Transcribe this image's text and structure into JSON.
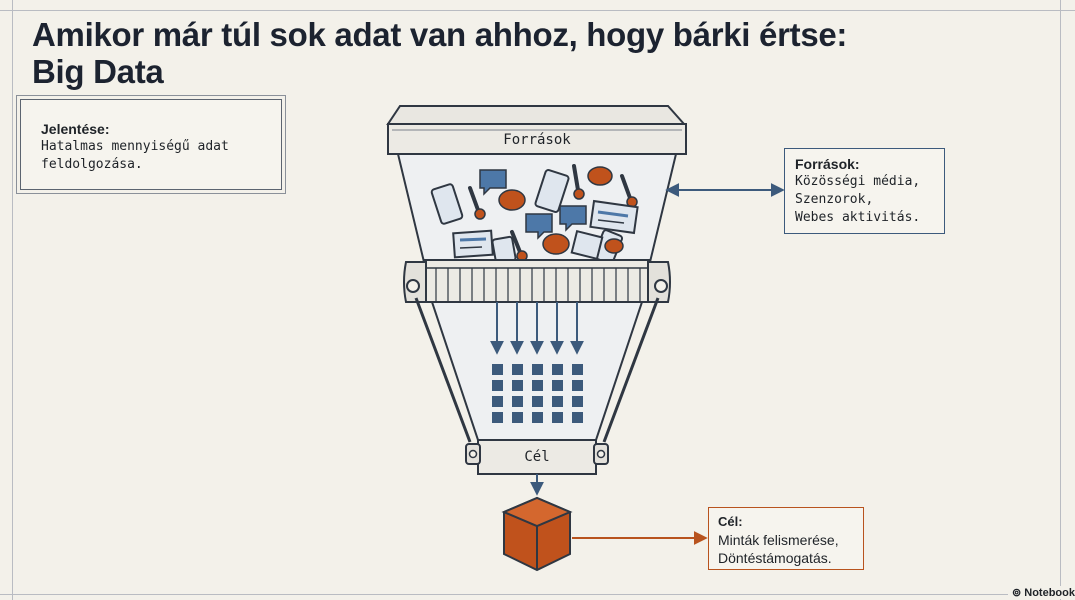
{
  "title": {
    "line1": "Amikor már túl sok adat van ahhoz, hogy bárki értse:",
    "line2": "Big Data"
  },
  "meaning": {
    "label": "Jelentése:",
    "text": "Hatalmas mennyiségű adat\nfeldolgozása."
  },
  "funnel": {
    "top_label": "Források",
    "bottom_label": "Cél"
  },
  "sources": {
    "label": "Források:",
    "text": "Közösségi média,\nSzenzorok,\nWebes aktivitás."
  },
  "goal": {
    "label": "Cél:",
    "text": "Minták felismerése,\nDöntéstámogatás."
  },
  "brand": "Notebook",
  "colors": {
    "accent_orange": "#c0521c",
    "accent_blue": "#3c5a7c",
    "ink": "#1f2328",
    "background": "#f3f1ea"
  },
  "icons": [
    "smartphone-icon",
    "chat-bubble-icon",
    "thermometer-icon",
    "news-article-icon",
    "cube-icon",
    "double-arrow-icon"
  ]
}
